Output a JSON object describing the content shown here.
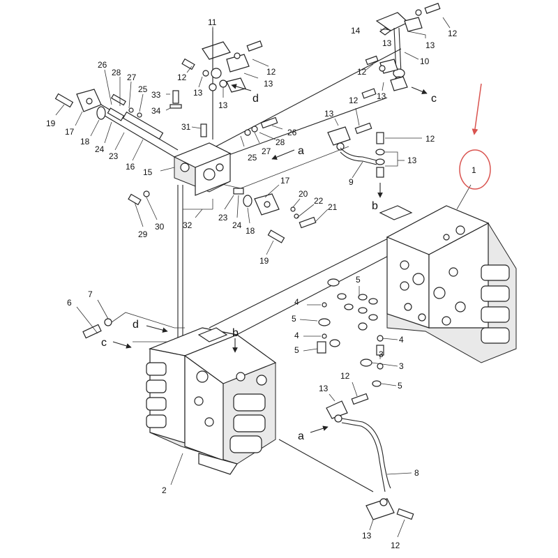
{
  "diagram": {
    "callouts": [
      {
        "id": "p1",
        "text": "1"
      },
      {
        "id": "p2",
        "text": "2"
      },
      {
        "id": "p3a",
        "text": "3"
      },
      {
        "id": "p3b",
        "text": "3"
      },
      {
        "id": "p4a",
        "text": "4"
      },
      {
        "id": "p4b",
        "text": "4"
      },
      {
        "id": "p4c",
        "text": "4"
      },
      {
        "id": "p5a",
        "text": "5"
      },
      {
        "id": "p5b",
        "text": "5"
      },
      {
        "id": "p5c",
        "text": "5"
      },
      {
        "id": "p5d",
        "text": "5"
      },
      {
        "id": "p6",
        "text": "6"
      },
      {
        "id": "p7",
        "text": "7"
      },
      {
        "id": "p8",
        "text": "8"
      },
      {
        "id": "p9",
        "text": "9"
      },
      {
        "id": "p10",
        "text": "10"
      },
      {
        "id": "p11",
        "text": "11"
      },
      {
        "id": "p12a",
        "text": "12"
      },
      {
        "id": "p12b",
        "text": "12"
      },
      {
        "id": "p12c",
        "text": "12"
      },
      {
        "id": "p12d",
        "text": "12"
      },
      {
        "id": "p12e",
        "text": "12"
      },
      {
        "id": "p12f",
        "text": "12"
      },
      {
        "id": "p12g",
        "text": "12"
      },
      {
        "id": "p12h",
        "text": "12"
      },
      {
        "id": "p13a",
        "text": "13"
      },
      {
        "id": "p13b",
        "text": "13"
      },
      {
        "id": "p13c",
        "text": "13"
      },
      {
        "id": "p13d",
        "text": "13"
      },
      {
        "id": "p13e",
        "text": "13"
      },
      {
        "id": "p13f",
        "text": "13"
      },
      {
        "id": "p13g",
        "text": "13"
      },
      {
        "id": "p13h",
        "text": "13"
      },
      {
        "id": "p13i",
        "text": "13"
      },
      {
        "id": "p13j",
        "text": "13"
      },
      {
        "id": "p14",
        "text": "14"
      },
      {
        "id": "p15",
        "text": "15"
      },
      {
        "id": "p16",
        "text": "16"
      },
      {
        "id": "p17a",
        "text": "17"
      },
      {
        "id": "p17b",
        "text": "17"
      },
      {
        "id": "p18a",
        "text": "18"
      },
      {
        "id": "p18b",
        "text": "18"
      },
      {
        "id": "p19a",
        "text": "19"
      },
      {
        "id": "p19b",
        "text": "19"
      },
      {
        "id": "p20",
        "text": "20"
      },
      {
        "id": "p21",
        "text": "21"
      },
      {
        "id": "p22",
        "text": "22"
      },
      {
        "id": "p23a",
        "text": "23"
      },
      {
        "id": "p23b",
        "text": "23"
      },
      {
        "id": "p24a",
        "text": "24"
      },
      {
        "id": "p24b",
        "text": "24"
      },
      {
        "id": "p25a",
        "text": "25"
      },
      {
        "id": "p25b",
        "text": "25"
      },
      {
        "id": "p26a",
        "text": "26"
      },
      {
        "id": "p26b",
        "text": "26"
      },
      {
        "id": "p27a",
        "text": "27"
      },
      {
        "id": "p27b",
        "text": "27"
      },
      {
        "id": "p28a",
        "text": "28"
      },
      {
        "id": "p28b",
        "text": "28"
      },
      {
        "id": "p29",
        "text": "29"
      },
      {
        "id": "p30",
        "text": "30"
      },
      {
        "id": "p31",
        "text": "31"
      },
      {
        "id": "p32",
        "text": "32"
      },
      {
        "id": "p33",
        "text": "33"
      },
      {
        "id": "p34",
        "text": "34"
      }
    ],
    "port_letters": [
      {
        "id": "la1",
        "text": "a"
      },
      {
        "id": "la2",
        "text": "a"
      },
      {
        "id": "lb1",
        "text": "b"
      },
      {
        "id": "lb2",
        "text": "b"
      },
      {
        "id": "lc1",
        "text": "c"
      },
      {
        "id": "lc2",
        "text": "c"
      },
      {
        "id": "ld1",
        "text": "d"
      },
      {
        "id": "ld2",
        "text": "d"
      }
    ],
    "highlight_color": "#d9534f"
  }
}
